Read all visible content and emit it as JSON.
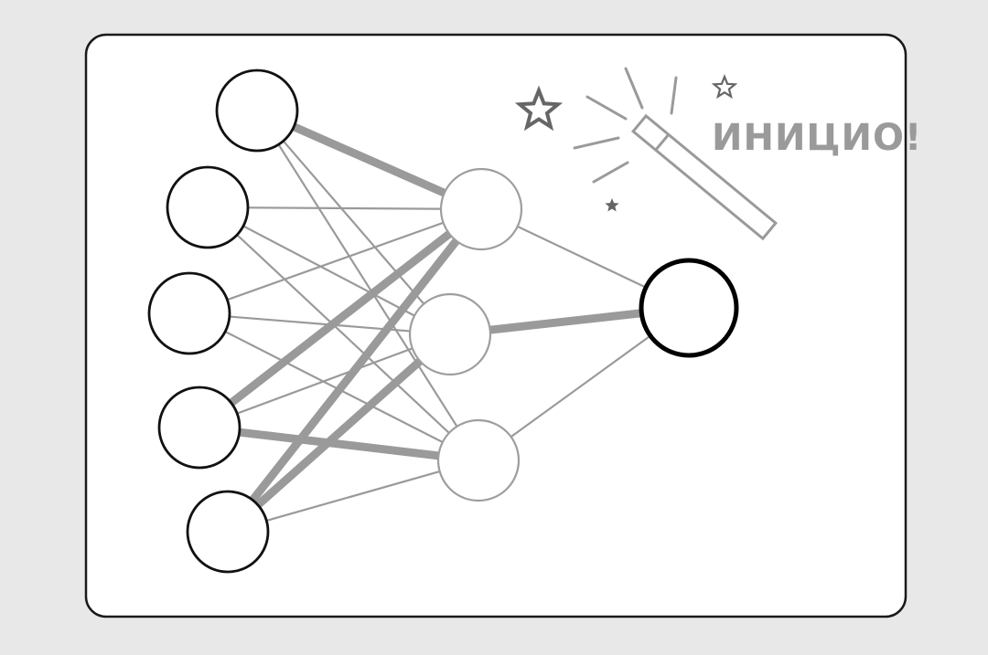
{
  "caption": {
    "text": "ИНИЦИО!"
  },
  "colors": {
    "page_background": "#e8e8e8",
    "card_background": "#ffffff",
    "card_border": "#1a1a1a",
    "input_node_stroke": "#111111",
    "hidden_node_stroke": "#9e9e9e",
    "output_node_stroke": "#000000",
    "edge": "#9a9a9a",
    "caption": "#9a9a9a",
    "star": "#666666",
    "wand": "#9a9a9a"
  },
  "network": {
    "layers": [
      {
        "name": "input",
        "size": 5
      },
      {
        "name": "hidden",
        "size": 3
      },
      {
        "name": "output",
        "size": 1
      }
    ],
    "strong_connections": [
      {
        "from": "input-1",
        "to": "hidden-1"
      },
      {
        "from": "input-4",
        "to": "hidden-1"
      },
      {
        "from": "input-4",
        "to": "hidden-3"
      },
      {
        "from": "input-5",
        "to": "hidden-1"
      },
      {
        "from": "input-5",
        "to": "hidden-2"
      },
      {
        "from": "hidden-2",
        "to": "output-1"
      }
    ]
  },
  "icons": {
    "wand": "magic-wand-icon",
    "star": "star-icon",
    "sparkle": "sparkle-lines"
  }
}
